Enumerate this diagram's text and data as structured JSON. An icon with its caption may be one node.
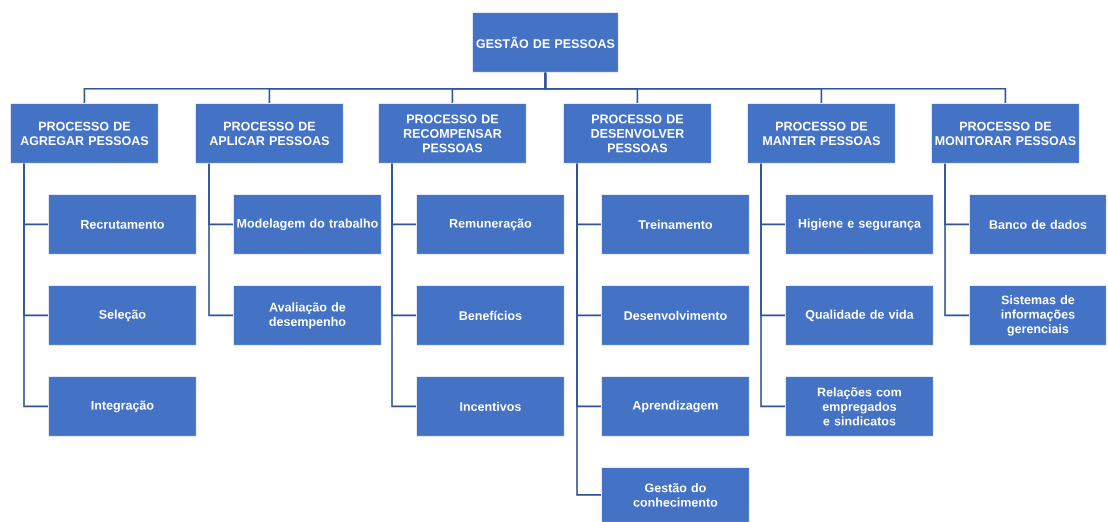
{
  "diagram": {
    "nodes": [
      {
        "text": [
          "GESTÃO DE PESSOAS"
        ]
      },
      {
        "text": [
          "PROCESSO DE AGREGAR PESSOAS"
        ]
      },
      {
        "text": [
          "Recrutamento"
        ]
      },
      {
        "text": [
          "Seleção"
        ]
      },
      {
        "text": [
          "Integração"
        ]
      },
      {
        "text": [
          "PROCESSO DE APLICAR PESSOAS"
        ]
      },
      {
        "text": [
          "Modelagem do trabalho"
        ]
      },
      {
        "text": [
          "Avaliação de desempenho"
        ]
      },
      {
        "text": [
          "PROCESSO DE RECOMPENSAR PESSOAS"
        ]
      },
      {
        "text": [
          "Remuneração"
        ]
      },
      {
        "text": [
          "Benefícios"
        ]
      },
      {
        "text": [
          "Incentivos"
        ]
      },
      {
        "text": [
          "PROCESSO DE DESENVOLVER PESSOAS"
        ]
      },
      {
        "text": [
          "Treinamento"
        ]
      },
      {
        "text": [
          "Desenvolvimento"
        ]
      },
      {
        "text": [
          "Aprendizagem"
        ]
      },
      {
        "text": [
          "Gestão do conhecimento"
        ]
      },
      {
        "text": [
          "PROCESSO DE MANTER PESSOAS"
        ]
      },
      {
        "text": [
          "Higiene e segurança"
        ]
      },
      {
        "text": [
          "Qualidade de vida"
        ]
      },
      {
        "text": [
          "Relações com empregados e sindicatos"
        ]
      },
      {
        "text": [
          "PROCESSO DE MONITORAR PESSOAS"
        ]
      },
      {
        "text": [
          "Banco de dados"
        ]
      },
      {
        "text": [
          "Sistemas de informações gerenciais"
        ]
      }
    ],
    "edges": [
      {
        "from": 0,
        "to": 1,
        "arrow": "none"
      },
      {
        "from": 0,
        "to": 5,
        "arrow": "none"
      },
      {
        "from": 0,
        "to": 8,
        "arrow": "none"
      },
      {
        "from": 0,
        "to": 12,
        "arrow": "none"
      },
      {
        "from": 0,
        "to": 17,
        "arrow": "none"
      },
      {
        "from": 0,
        "to": 21,
        "arrow": "none"
      },
      {
        "from": 1,
        "to": 2,
        "arrow": "none"
      },
      {
        "from": 1,
        "to": 3,
        "arrow": "none"
      },
      {
        "from": 1,
        "to": 4,
        "arrow": "none"
      },
      {
        "from": 5,
        "to": 6,
        "arrow": "none"
      },
      {
        "from": 5,
        "to": 7,
        "arrow": "none"
      },
      {
        "from": 8,
        "to": 9,
        "arrow": "none"
      },
      {
        "from": 8,
        "to": 10,
        "arrow": "none"
      },
      {
        "from": 8,
        "to": 11,
        "arrow": "none"
      },
      {
        "from": 12,
        "to": 13,
        "arrow": "none"
      },
      {
        "from": 12,
        "to": 14,
        "arrow": "none"
      },
      {
        "from": 12,
        "to": 15,
        "arrow": "none"
      },
      {
        "from": 12,
        "to": 16,
        "arrow": "none"
      },
      {
        "from": 17,
        "to": 18,
        "arrow": "none"
      },
      {
        "from": 17,
        "to": 19,
        "arrow": "none"
      },
      {
        "from": 17,
        "to": 20,
        "arrow": "none"
      },
      {
        "from": 21,
        "to": 22,
        "arrow": "none"
      },
      {
        "from": 21,
        "to": 23,
        "arrow": "none"
      }
    ]
  }
}
